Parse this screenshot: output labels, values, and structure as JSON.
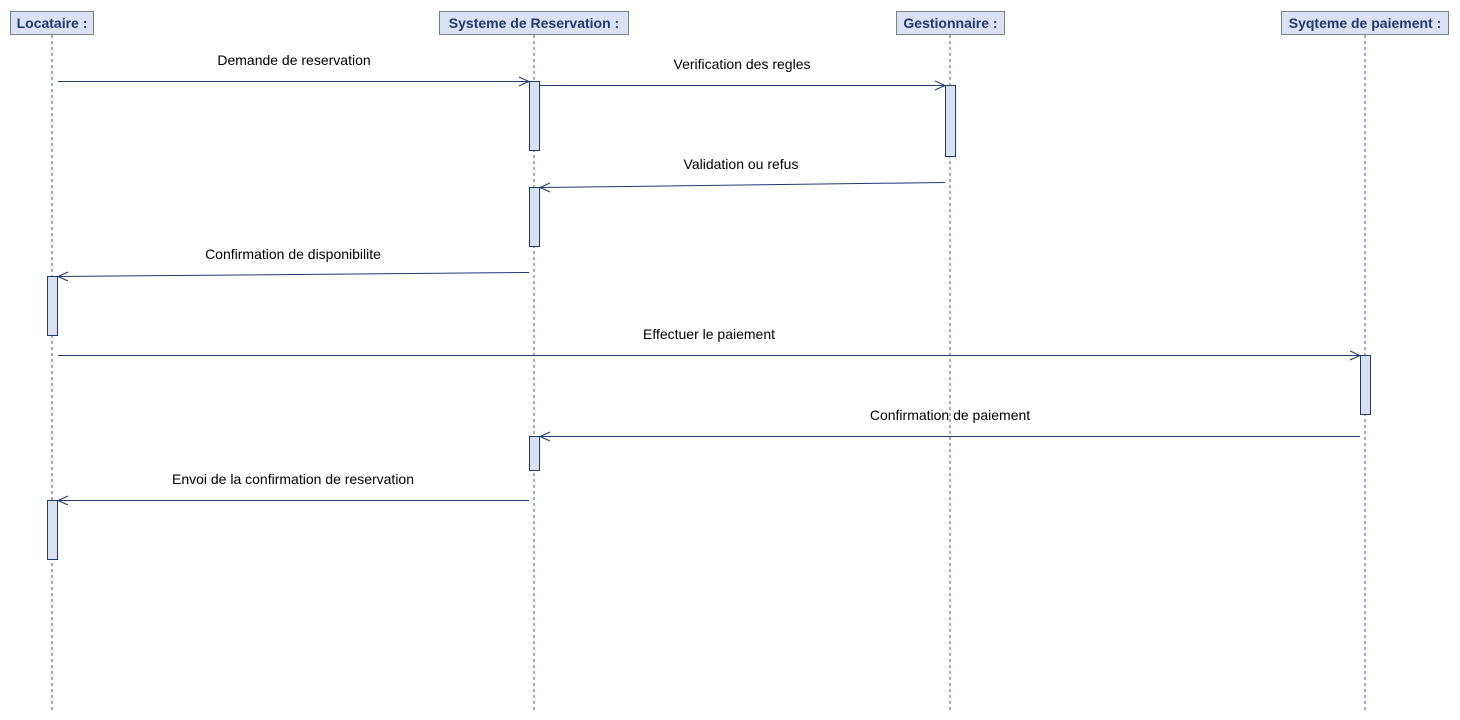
{
  "participants": {
    "locataire": "Locataire :",
    "systeme": "Systeme de Reservation :",
    "gestionnaire": "Gestionnaire :",
    "paiement": "Syqteme de paiement :"
  },
  "messages": [
    {
      "label": "Demande de reservation",
      "from": "locataire",
      "to": "systeme"
    },
    {
      "label": "Verification des regles",
      "from": "systeme",
      "to": "gestionnaire"
    },
    {
      "label": "Validation ou refus",
      "from": "gestionnaire",
      "to": "systeme"
    },
    {
      "label": "Confirmation de disponibilite",
      "from": "systeme",
      "to": "locataire"
    },
    {
      "label": "Effectuer le paiement",
      "from": "locataire",
      "to": "paiement"
    },
    {
      "label": "Confirmation de paiement",
      "from": "paiement",
      "to": "systeme"
    },
    {
      "label": "Envoi de la confirmation de reservation",
      "from": "systeme",
      "to": "locataire"
    }
  ],
  "colors": {
    "header_fill": "#d9e1f2",
    "header_text": "#1f3a6b",
    "activation_fill": "#d9e1f2",
    "line": "#1f3a6b"
  }
}
